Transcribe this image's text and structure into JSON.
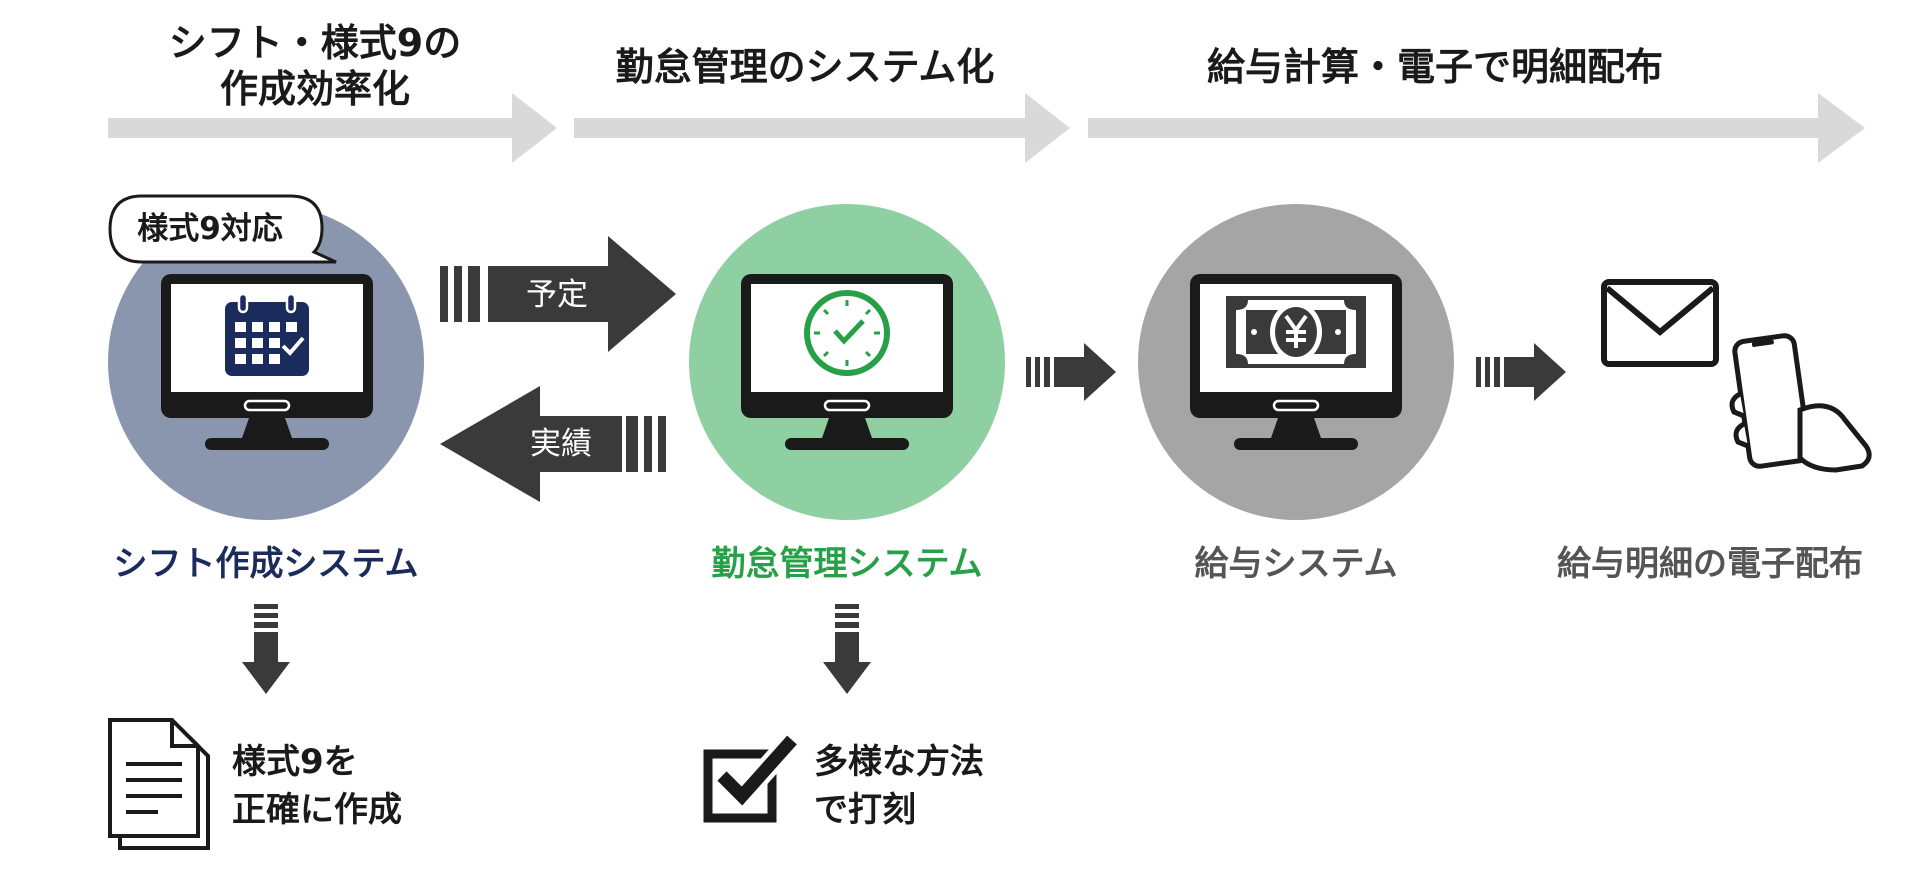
{
  "phases": [
    {
      "title": "シフト・様式9の\n作成効率化"
    },
    {
      "title": "勤怠管理のシステム化"
    },
    {
      "title": "給与計算・電子で明細配布"
    }
  ],
  "badge": {
    "label": "様式9対応"
  },
  "flow_arrows": {
    "plan_label": "予定",
    "actual_label": "実績"
  },
  "systems": [
    {
      "label": "シフト作成システム",
      "color": "#1b2b5c",
      "circle_color": "#8a95ae",
      "icon": "calendar-icon"
    },
    {
      "label": "勤怠管理システム",
      "color": "#27a047",
      "circle_color": "#8fd0a3",
      "icon": "clock-icon"
    },
    {
      "label": "給与システム",
      "color": "#555555",
      "circle_color": "#a5a5a5",
      "icon": "yen-banknote-icon"
    },
    {
      "label": "給与明細の電子配布",
      "color": "#555555",
      "icon": "envelope-smartphone-icon"
    }
  ],
  "results": [
    {
      "label": "様式9を\n正確に作成",
      "icon": "document-icon"
    },
    {
      "label": "多様な方法\nで打刻",
      "icon": "checkbox-icon"
    }
  ],
  "colors": {
    "arrow_dark": "#3a3a3a",
    "band": "#d9d9d9",
    "monitor": "#1a1a1a"
  }
}
